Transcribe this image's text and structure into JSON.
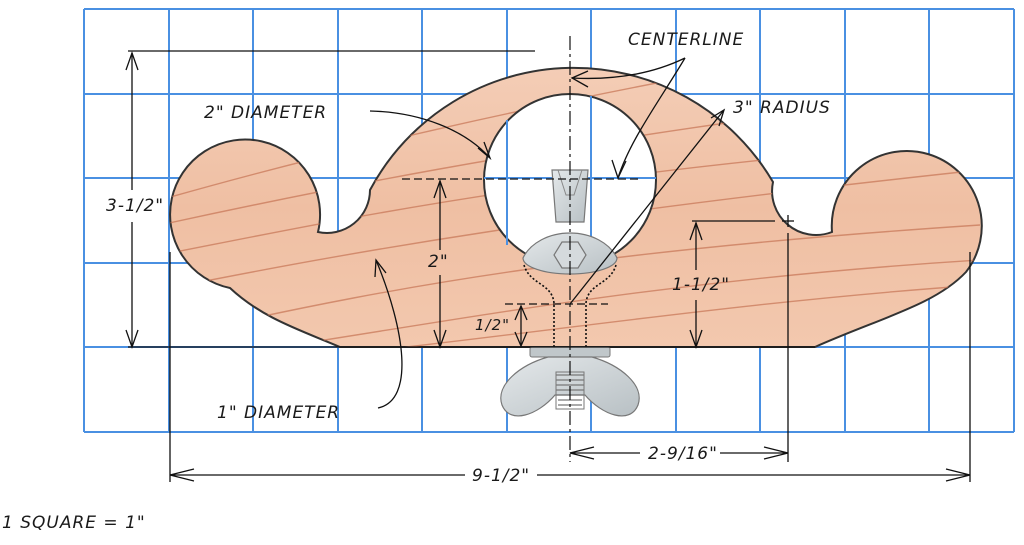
{
  "title": "Wooden hold-down clamp pattern with wing-nut bolt",
  "scale_note": "1 SQUARE = 1\"",
  "grid": {
    "columns": 11,
    "rows": 5,
    "line_color": "#4a90e2",
    "square_size_inches": 1
  },
  "colors": {
    "wood_fill": "#f2c4aa",
    "wood_grain": "#c9795a",
    "hardware": "#c9cfd2",
    "outline": "#333333"
  },
  "labels": {
    "centerline": "CENTERLINE",
    "large_hole": "2\" DIAMETER",
    "radius": "3\" RADIUS",
    "small_hole": "1\" DIAMETER"
  },
  "dimensions": {
    "overall_height": "3-1/2\"",
    "hole_center_height": "2\"",
    "bolt_depth": "1/2\"",
    "side_hole_height": "1-1/2\"",
    "side_hole_offset": "2-9/16\"",
    "overall_width": "9-1/2\""
  }
}
